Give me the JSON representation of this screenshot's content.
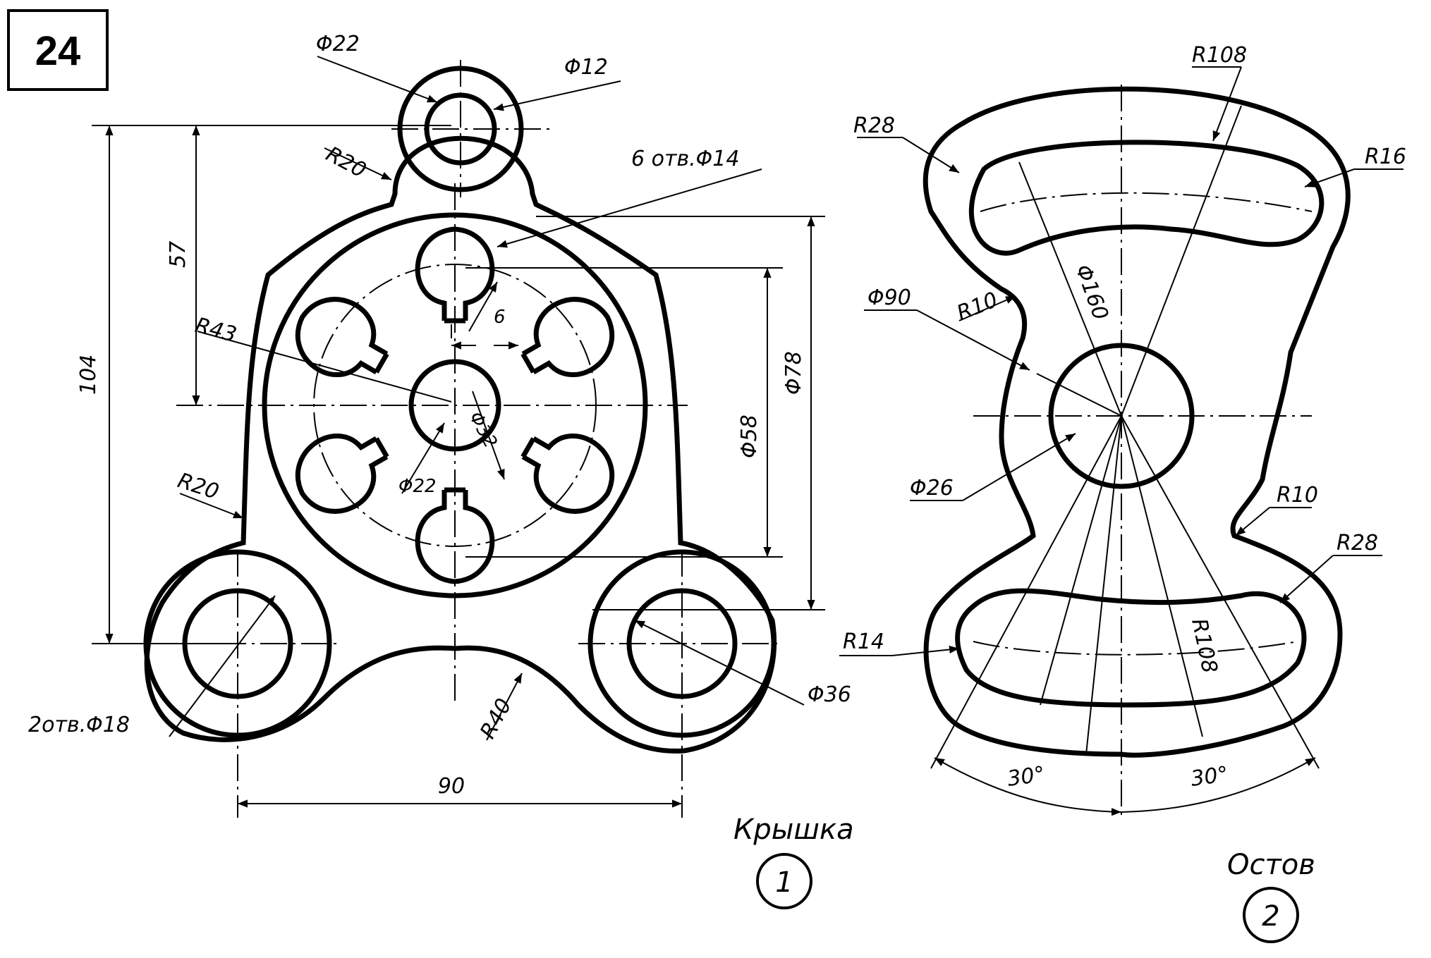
{
  "sheet_number": "24",
  "part1": {
    "name": "Крышка",
    "number": "1",
    "dims": {
      "d22": "Φ22",
      "d12": "Φ12",
      "r20_top": "R20",
      "holes6": "6 отв.Φ14",
      "d57": "57",
      "d104": "104",
      "r43": "R43",
      "d6": "6",
      "d32": "Φ32",
      "d22_inner": "Φ22",
      "r20_left": "R20",
      "d58": "Φ58",
      "d78": "Φ78",
      "r40": "R40",
      "d36": "Φ36",
      "holes2": "2отв.Φ18",
      "d90": "90"
    }
  },
  "part2": {
    "name": "Остов",
    "number": "2",
    "dims": {
      "r108_top": "R108",
      "r28_top": "R28",
      "r16": "R16",
      "d90": "Φ90",
      "r10_left": "R10",
      "d160": "Φ160",
      "d26": "Φ26",
      "r10_right": "R10",
      "r28_right": "R28",
      "r14": "R14",
      "r108_bottom": "R108",
      "a30_left": "30°",
      "a30_right": "30°"
    }
  }
}
